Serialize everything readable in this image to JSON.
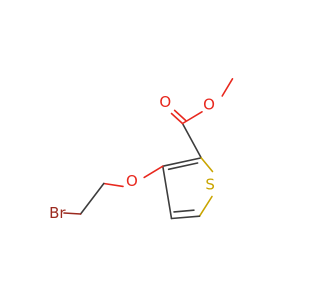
{
  "molecule": {
    "atoms": {
      "o_carbonyl": {
        "label": "O",
        "color": "#e8281e"
      },
      "o_ester": {
        "label": "O",
        "color": "#e8281e"
      },
      "o_ether": {
        "label": "O",
        "color": "#e8281e"
      },
      "s_ring": {
        "label": "S",
        "color": "#c9a500"
      },
      "br": {
        "label": "Br",
        "color": "#9b2a1f"
      }
    },
    "bond_color": "#3d3d3d"
  }
}
